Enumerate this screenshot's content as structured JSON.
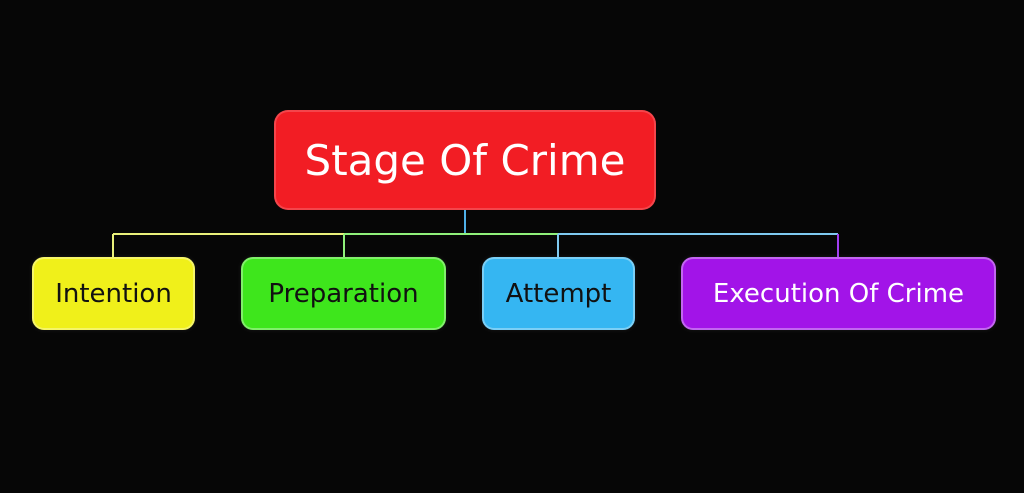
{
  "root": {
    "label": "Stage Of Crime",
    "color": "#f21d24"
  },
  "children": [
    {
      "label": "Intention",
      "color": "#f0f01a",
      "line_color": "#e9f07a",
      "text_color": "#111111"
    },
    {
      "label": "Preparation",
      "color": "#3ee61c",
      "line_color": "#8ff07a",
      "text_color": "#111111"
    },
    {
      "label": "Attempt",
      "color": "#35b6f2",
      "line_color": "#7ec9f0",
      "text_color": "#111111"
    },
    {
      "label": "Execution Of Crime",
      "color": "#a214e8",
      "line_color": "#a03ef0",
      "text_color": "#ffffff"
    }
  ],
  "trunk_color": "#4fb0e8"
}
